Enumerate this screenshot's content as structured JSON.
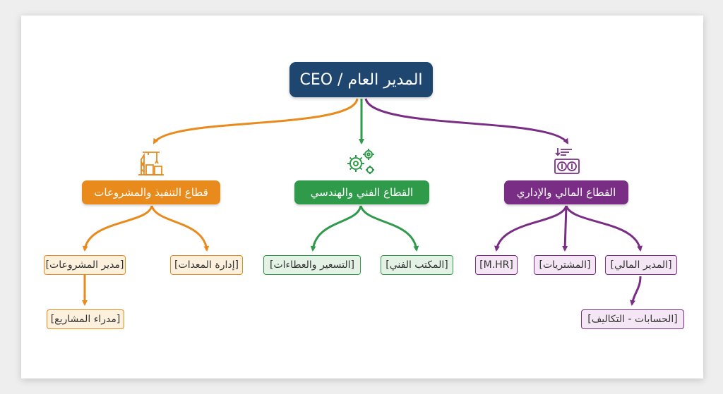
{
  "ceo": {
    "label": "المدير العام / CEO"
  },
  "colors": {
    "ceo": "#1e466e",
    "execution": "#e88a1c",
    "technical": "#2f9a49",
    "finance": "#7a2d85"
  },
  "sectors": {
    "execution": {
      "label": "قطاع التنفيذ والمشروعات",
      "icon": "construction-icon",
      "children": {
        "equipment": "[إدارة المعدات]",
        "projects_manager": "[مدير المشروعات]",
        "project_managers": "[مدراء المشاريع]"
      }
    },
    "technical": {
      "label": "القطاع الفني والهندسي",
      "icon": "gears-icon",
      "children": {
        "tech_office": "[المكتب الفني]",
        "pricing": "[التسعير والعطاءات]"
      }
    },
    "finance": {
      "label": "القطاع المالي والإداري",
      "icon": "money-icon",
      "children": {
        "cfo": "[المدير المالي]",
        "procurement": "[المشتريات]",
        "hr": "[M.HR]",
        "accounts": "[الحسابات - التكاليف]"
      }
    }
  }
}
